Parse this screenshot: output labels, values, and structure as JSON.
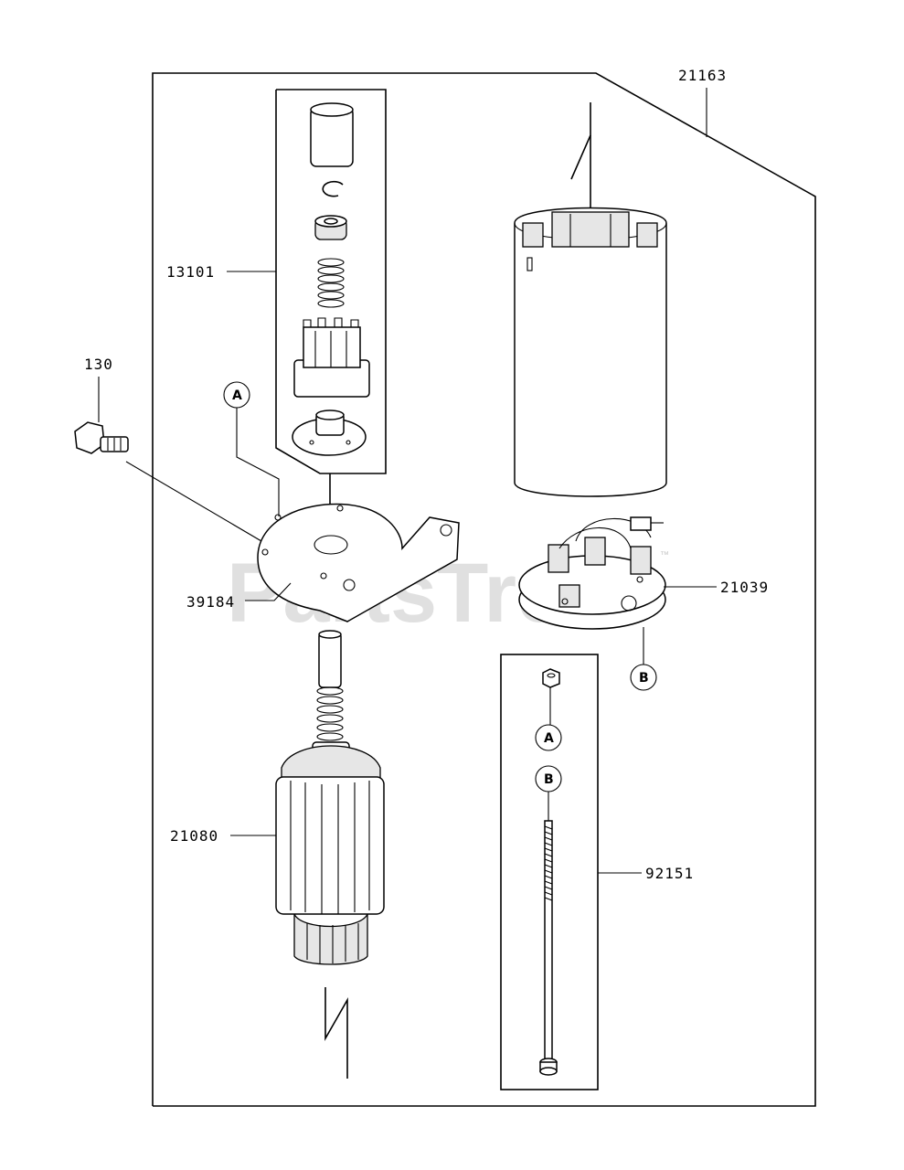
{
  "watermark": {
    "text": "PartsTree",
    "trademark": "™"
  },
  "part_numbers": {
    "p21163": "21163",
    "p13101": "13101",
    "p130": "130",
    "p39184": "39184",
    "p21039": "21039",
    "p21080": "21080",
    "p92151": "92151"
  },
  "callouts": {
    "a1": "A",
    "a2": "A",
    "b1": "B",
    "b2": "B"
  }
}
